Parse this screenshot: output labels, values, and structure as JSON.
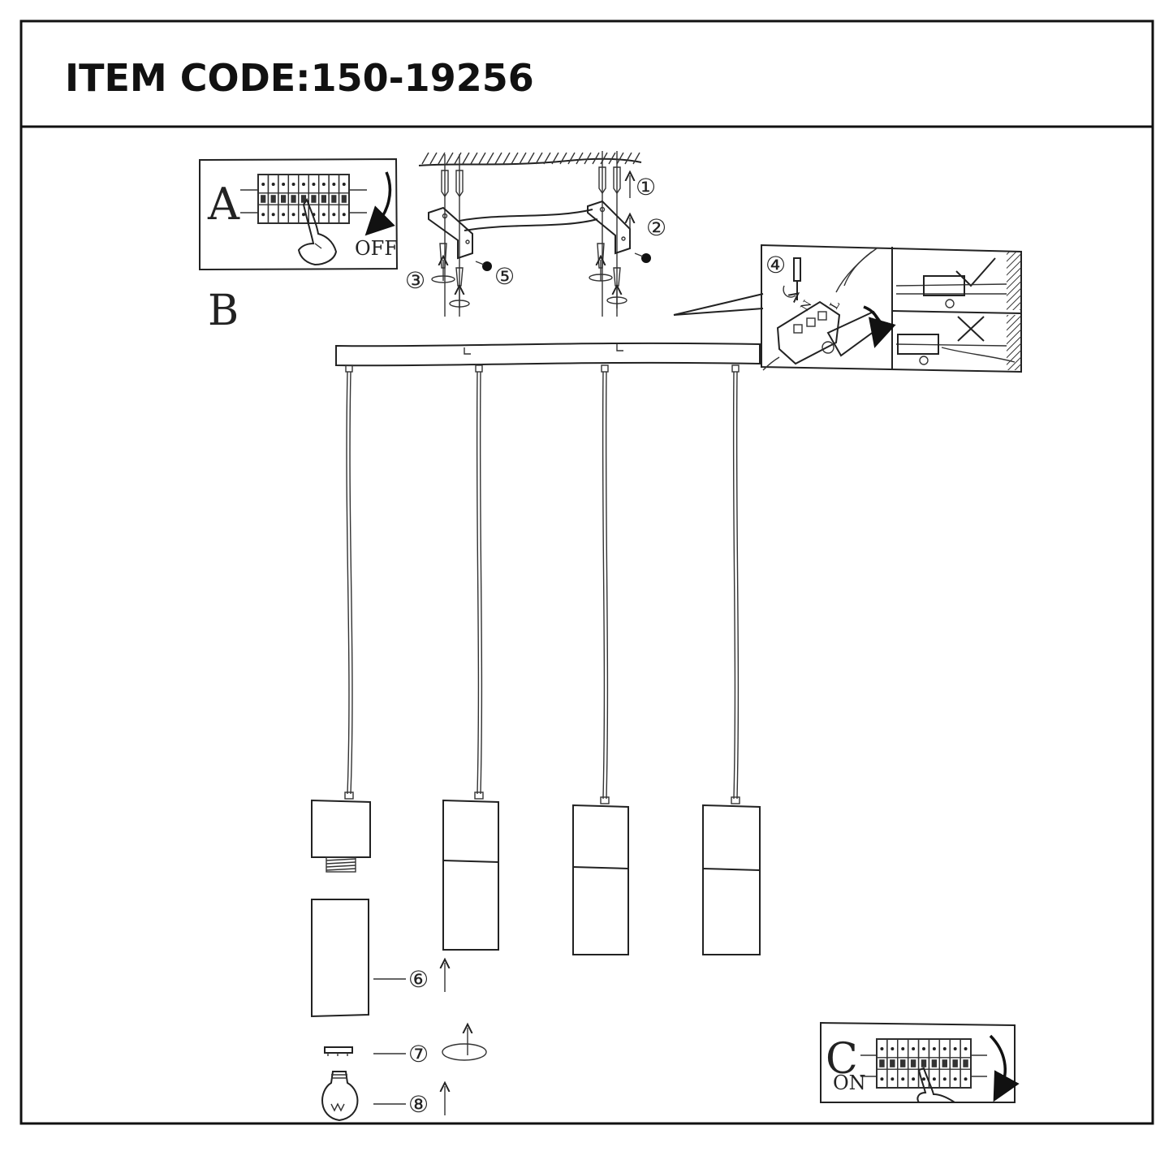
{
  "header": {
    "item_code": "ITEM CODE:150-19256"
  },
  "panel_a": {
    "letter": "A",
    "state": "OFF"
  },
  "panel_b": {
    "letter": "B"
  },
  "panel_c": {
    "letter": "C",
    "state": "ON"
  },
  "steps": {
    "s1": "①",
    "s2": "②",
    "s3": "③",
    "s4": "④",
    "s5": "⑤",
    "s6": "⑥",
    "s7": "⑦",
    "s8": "⑧"
  },
  "wiring_labels": {
    "n": "N",
    "l": "L"
  }
}
